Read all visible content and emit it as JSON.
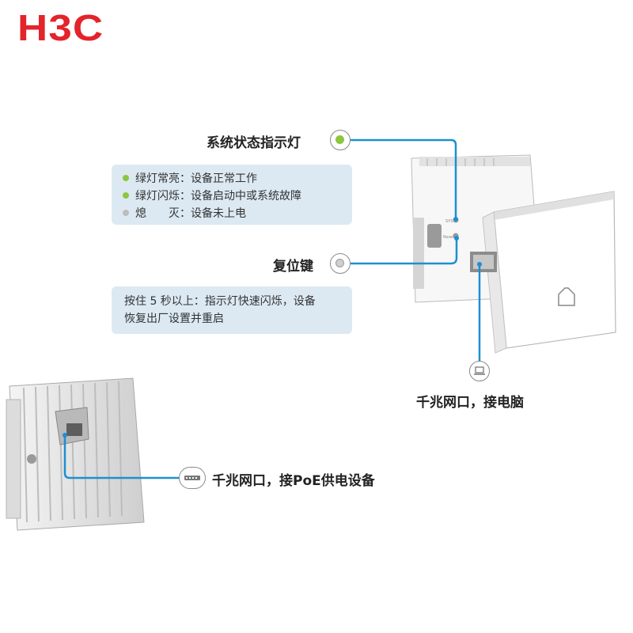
{
  "brand": {
    "logo_text": "H3C",
    "logo_color": "#e3242b"
  },
  "accent_color": "#1e8fd0",
  "callouts": {
    "status_led": "系统状态指示灯",
    "reset_key": "复位键",
    "lan_port": "千兆网口，接电脑",
    "poe_port": "千兆网口，接PoE供电设备"
  },
  "led_states": [
    {
      "bullet_color": "#8dc63f",
      "text": "绿灯常亮：设备正常工作"
    },
    {
      "bullet_color": "#8dc63f",
      "text": "绿灯闪烁：设备启动中或系统故障"
    },
    {
      "bullet_color": "#bdbdbd",
      "text": "熄　　灭：设备未上电"
    }
  ],
  "reset_note": {
    "line1": "按住 5 秒以上：指示灯快速闪烁，设备",
    "line2": "恢复出厂设置并重启"
  },
  "icons": {
    "status_led": "green-led-icon",
    "reset_key": "reset-button-icon",
    "lan_port": "laptop-icon",
    "poe_port": "network-switch-icon"
  }
}
